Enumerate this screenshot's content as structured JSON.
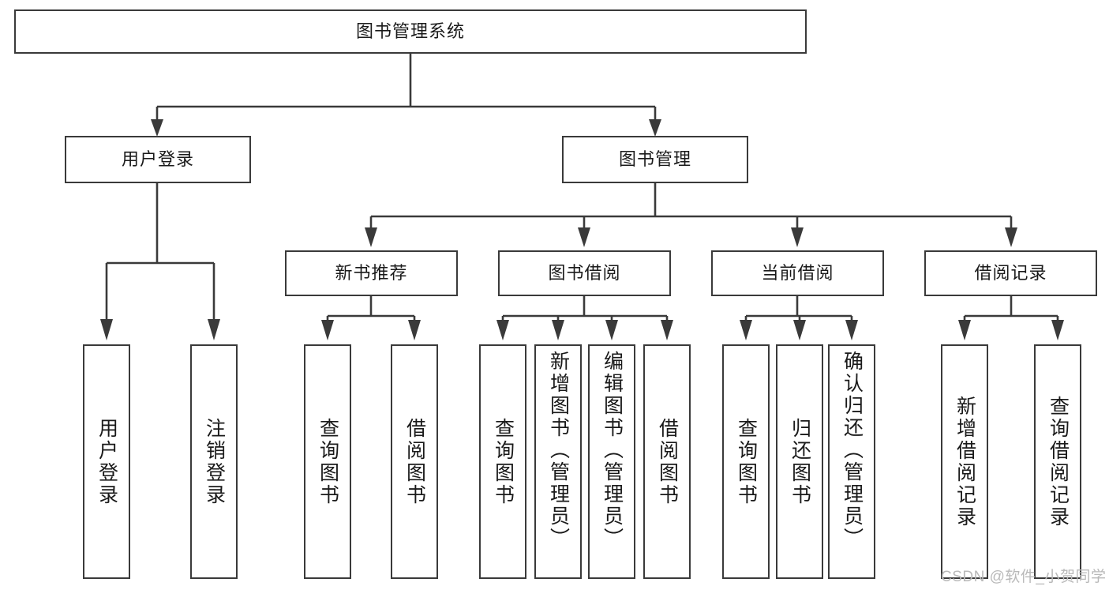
{
  "diagram": {
    "title": "图书管理系统",
    "type": "hierarchy-tree",
    "watermark": "CSDN @软件_小贺同学",
    "colors": {
      "stroke": "#3a3a3a",
      "fill": "#ffffff",
      "text": "#1a1a1a",
      "watermark": "#b9b9b9"
    },
    "levels": {
      "root": {
        "label": "图书管理系统"
      },
      "level2": [
        {
          "id": "user-login",
          "label": "用户登录"
        },
        {
          "id": "book-manage",
          "label": "图书管理"
        }
      ],
      "level3": [
        {
          "id": "new-book-rec",
          "label": "新书推荐",
          "parent": "book-manage"
        },
        {
          "id": "book-borrow",
          "label": "图书借阅",
          "parent": "book-manage"
        },
        {
          "id": "current-borrow",
          "label": "当前借阅",
          "parent": "book-manage"
        },
        {
          "id": "borrow-record",
          "label": "借阅记录",
          "parent": "book-manage"
        }
      ],
      "leaves": {
        "user-login": [
          {
            "id": "leaf-user-login",
            "label": "用户登录"
          },
          {
            "id": "leaf-user-logout",
            "label": "注销登录"
          }
        ],
        "new-book-rec": [
          {
            "id": "leaf-query-book-1",
            "label": "查询图书"
          },
          {
            "id": "leaf-borrow-book-1",
            "label": "借阅图书"
          }
        ],
        "book-borrow": [
          {
            "id": "leaf-query-book-2",
            "label": "查询图书"
          },
          {
            "id": "leaf-add-book",
            "label": "新增图书（管理员）"
          },
          {
            "id": "leaf-edit-book",
            "label": "编辑图书（管理员）"
          },
          {
            "id": "leaf-borrow-book-2",
            "label": "借阅图书"
          }
        ],
        "current-borrow": [
          {
            "id": "leaf-query-book-3",
            "label": "查询图书"
          },
          {
            "id": "leaf-return-book",
            "label": "归还图书"
          },
          {
            "id": "leaf-confirm-return",
            "label": "确认归还（管理员）"
          }
        ],
        "borrow-record": [
          {
            "id": "leaf-add-record",
            "label": "新增借阅记录"
          },
          {
            "id": "leaf-query-record",
            "label": "查询借阅记录"
          }
        ]
      }
    }
  }
}
